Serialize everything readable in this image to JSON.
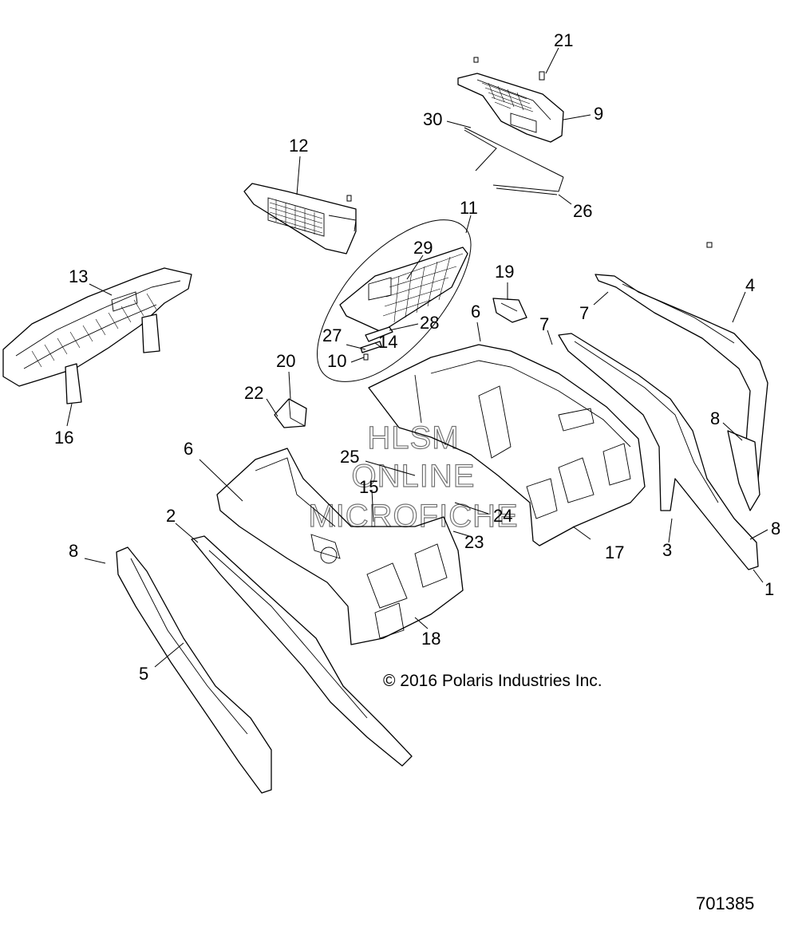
{
  "diagram": {
    "callouts": [
      {
        "id": "c21",
        "text": "21"
      },
      {
        "id": "c30",
        "text": "30"
      },
      {
        "id": "c9",
        "text": "9"
      },
      {
        "id": "c26",
        "text": "26"
      },
      {
        "id": "c12",
        "text": "12"
      },
      {
        "id": "c11",
        "text": "11"
      },
      {
        "id": "c29",
        "text": "29"
      },
      {
        "id": "c13",
        "text": "13"
      },
      {
        "id": "c19",
        "text": "19"
      },
      {
        "id": "c4",
        "text": "4"
      },
      {
        "id": "c7a",
        "text": "7"
      },
      {
        "id": "c6a",
        "text": "6"
      },
      {
        "id": "c7b",
        "text": "7"
      },
      {
        "id": "c28",
        "text": "28"
      },
      {
        "id": "c27",
        "text": "27"
      },
      {
        "id": "c14",
        "text": "14"
      },
      {
        "id": "c10",
        "text": "10"
      },
      {
        "id": "c20",
        "text": "20"
      },
      {
        "id": "c22",
        "text": "22"
      },
      {
        "id": "c16",
        "text": "16"
      },
      {
        "id": "c8a",
        "text": "8"
      },
      {
        "id": "c6b",
        "text": "6"
      },
      {
        "id": "c25",
        "text": "25"
      },
      {
        "id": "c15",
        "text": "15"
      },
      {
        "id": "c24",
        "text": "24"
      },
      {
        "id": "c2",
        "text": "2"
      },
      {
        "id": "c23",
        "text": "23"
      },
      {
        "id": "c17",
        "text": "17"
      },
      {
        "id": "c3",
        "text": "3"
      },
      {
        "id": "c8b",
        "text": "8"
      },
      {
        "id": "c8c",
        "text": "8"
      },
      {
        "id": "c1",
        "text": "1"
      },
      {
        "id": "c18",
        "text": "18"
      },
      {
        "id": "c5",
        "text": "5"
      }
    ],
    "watermark": [
      "HLSM",
      "ONLINE",
      "MICROFICHE"
    ],
    "copyright": "© 2016 Polaris Industries Inc.",
    "drawing_number": "701385"
  }
}
